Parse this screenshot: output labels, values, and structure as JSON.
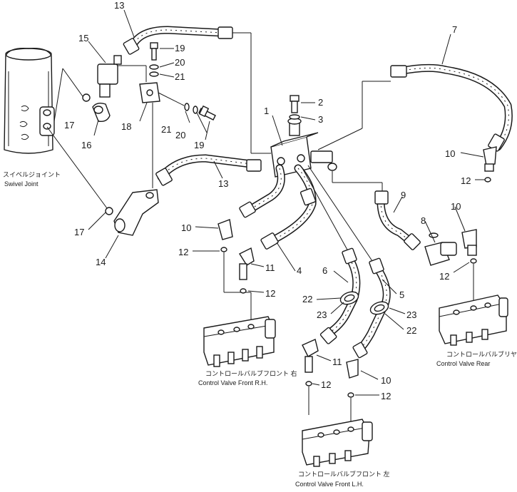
{
  "labels": {
    "swivel_jp": "スイベルジョイント",
    "swivel_en": "Swivel Joint",
    "cv_rear_jp": "コントロールバルブリヤー",
    "cv_rear_en": "Control Valve Rear",
    "cv_frh_jp": "コントロールバルブフロント 右",
    "cv_frh_en": "Control Valve Front R.H.",
    "cv_flh_jp": "コントロールバルブフロント 左",
    "cv_flh_en": "Control Valve Front L.H."
  },
  "callouts": {
    "c1": "1",
    "c2": "2",
    "c3": "3",
    "c4": "4",
    "c5": "5",
    "c6": "6",
    "c7": "7",
    "c8": "8",
    "c9": "9",
    "c10a": "10",
    "c10b": "10",
    "c10c": "10",
    "c10d": "10",
    "c11a": "11",
    "c11b": "11",
    "c12a": "12",
    "c12b": "12",
    "c12c": "12",
    "c12d": "12",
    "c12e": "12",
    "c12f": "12",
    "c13a": "13",
    "c13b": "13",
    "c14": "14",
    "c15": "15",
    "c16": "16",
    "c17a": "17",
    "c17b": "17",
    "c18": "18",
    "c19a": "19",
    "c19b": "19",
    "c20a": "20",
    "c20b": "20",
    "c21a": "21",
    "c21b": "21",
    "c22a": "22",
    "c22b": "22",
    "c23a": "23",
    "c23b": "23"
  }
}
